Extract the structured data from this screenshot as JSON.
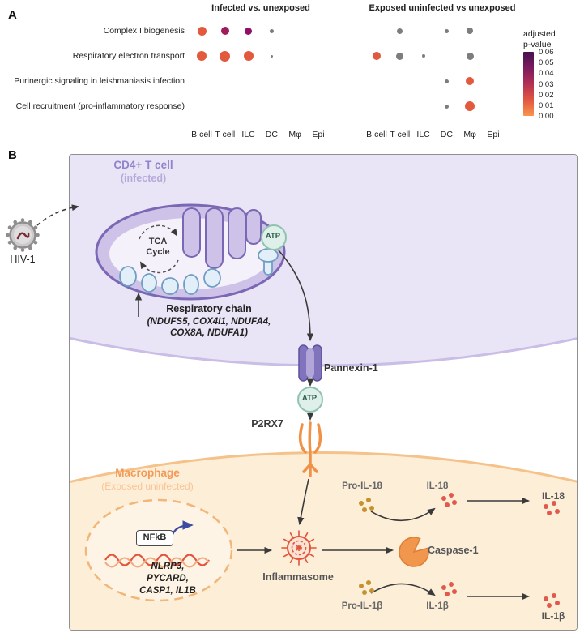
{
  "panelA": {
    "label": "A",
    "legend": {
      "title": "adjusted\np-value",
      "ticks": [
        "0.06",
        "0.05",
        "0.04",
        "0.03",
        "0.02",
        "0.01",
        "0.00"
      ],
      "gradient": [
        "#47104e",
        "#7c1a5e",
        "#b33055",
        "#e25543",
        "#f8954d"
      ]
    }
  },
  "chart_data": [
    {
      "type": "scatter",
      "title": "Infected vs. unexposed",
      "rows": [
        "Complex I biogenesis",
        "Respiratory electron transport",
        "Purinergic signaling in leishmaniasis infection",
        "Cell recruitment (pro-inflammatory response)"
      ],
      "columns": [
        "B cell",
        "T cell",
        "ILC",
        "DC",
        "Mφ",
        "Epi"
      ],
      "color_scale": "adjusted p-value; orange ~0.00, dark magenta ~0.05, gray = no adjusted p-value shown",
      "legend_position": "right",
      "dots": [
        {
          "row": 0,
          "col": 0,
          "size": 11,
          "color": "#e2593e",
          "adj_p": 0.005
        },
        {
          "row": 0,
          "col": 1,
          "size": 10,
          "color": "#a01a60",
          "adj_p": 0.05
        },
        {
          "row": 0,
          "col": 2,
          "size": 9,
          "color": "#8f1069",
          "adj_p": 0.055
        },
        {
          "row": 0,
          "col": 3,
          "size": 5,
          "color": "#7d7d7d"
        },
        {
          "row": 1,
          "col": 0,
          "size": 12,
          "color": "#e2593e",
          "adj_p": 0.005
        },
        {
          "row": 1,
          "col": 1,
          "size": 13,
          "color": "#e2593e",
          "adj_p": 0.003
        },
        {
          "row": 1,
          "col": 2,
          "size": 12,
          "color": "#e2593e",
          "adj_p": 0.005
        },
        {
          "row": 1,
          "col": 3,
          "size": 3,
          "color": "#7d7d7d"
        }
      ]
    },
    {
      "type": "scatter",
      "title": "Exposed uninfected vs unexposed",
      "rows": [
        "Complex I biogenesis",
        "Respiratory electron transport",
        "Purinergic signaling in leishmaniasis infection",
        "Cell recruitment (pro-inflammatory response)"
      ],
      "columns": [
        "B cell",
        "T cell",
        "ILC",
        "DC",
        "Mφ",
        "Epi"
      ],
      "color_scale": "adjusted p-value; orange ~0.00, gray = no adjusted p-value shown",
      "legend_position": "right",
      "dots": [
        {
          "row": 0,
          "col": 1,
          "size": 7,
          "color": "#7d7d7d"
        },
        {
          "row": 0,
          "col": 3,
          "size": 5,
          "color": "#7d7d7d"
        },
        {
          "row": 0,
          "col": 4,
          "size": 8,
          "color": "#7d7d7d"
        },
        {
          "row": 1,
          "col": 0,
          "size": 10,
          "color": "#e2593e",
          "adj_p": 0.005
        },
        {
          "row": 1,
          "col": 1,
          "size": 9,
          "color": "#7d7d7d"
        },
        {
          "row": 1,
          "col": 2,
          "size": 4,
          "color": "#7d7d7d"
        },
        {
          "row": 1,
          "col": 4,
          "size": 9,
          "color": "#7d7d7d"
        },
        {
          "row": 2,
          "col": 3,
          "size": 5,
          "color": "#7d7d7d"
        },
        {
          "row": 2,
          "col": 4,
          "size": 10,
          "color": "#e2593e",
          "adj_p": 0.005
        },
        {
          "row": 3,
          "col": 3,
          "size": 5,
          "color": "#7d7d7d"
        },
        {
          "row": 3,
          "col": 4,
          "size": 12,
          "color": "#e2593e",
          "adj_p": 0.003
        }
      ]
    }
  ],
  "panelB": {
    "label": "B",
    "hiv_label": "HIV-1",
    "tcell_name": "CD4+ T cell",
    "tcell_state": "(infected)",
    "tca_label": "TCA\nCycle",
    "atp_mito": "ATP",
    "atp_released": "ATP",
    "resp_chain_title": "Respiratory chain",
    "resp_chain_genes": "(NDUFS5, COX4I1, NDUFA4,\nCOX8A, NDUFA1)",
    "pannexin_label": "Pannexin-1",
    "p2rx7_label": "P2RX7",
    "mac_name": "Macrophage",
    "mac_state": "(Exposed uninfected)",
    "nfkb_label": "NFkB",
    "target_genes": "NLRP3,\nPYCARD,\nCASP1, IL1B",
    "inflammasome_label": "Inflammasome",
    "caspase_label": "Caspase-1",
    "pro_il18_label": "Pro-IL-18",
    "il18_label": "IL-18",
    "il18_secreted_label": "IL-18",
    "pro_il1b_label": "Pro-IL-1β",
    "il1b_label": "IL-1β",
    "il1b_secreted_label": "IL-1β",
    "colors": {
      "tcell_fill": "#eae5f6",
      "tcell_membrane": "#cabde6",
      "macrophage_fill": "#fdeed8",
      "macrophage_membrane": "#f4c28a",
      "inflammasome_red": "#e2543a",
      "receptor_orange": "#ef9147",
      "atp_green": "#def0e9",
      "gold_dots": "#c5922f",
      "red_dots": "#e2584a"
    }
  }
}
